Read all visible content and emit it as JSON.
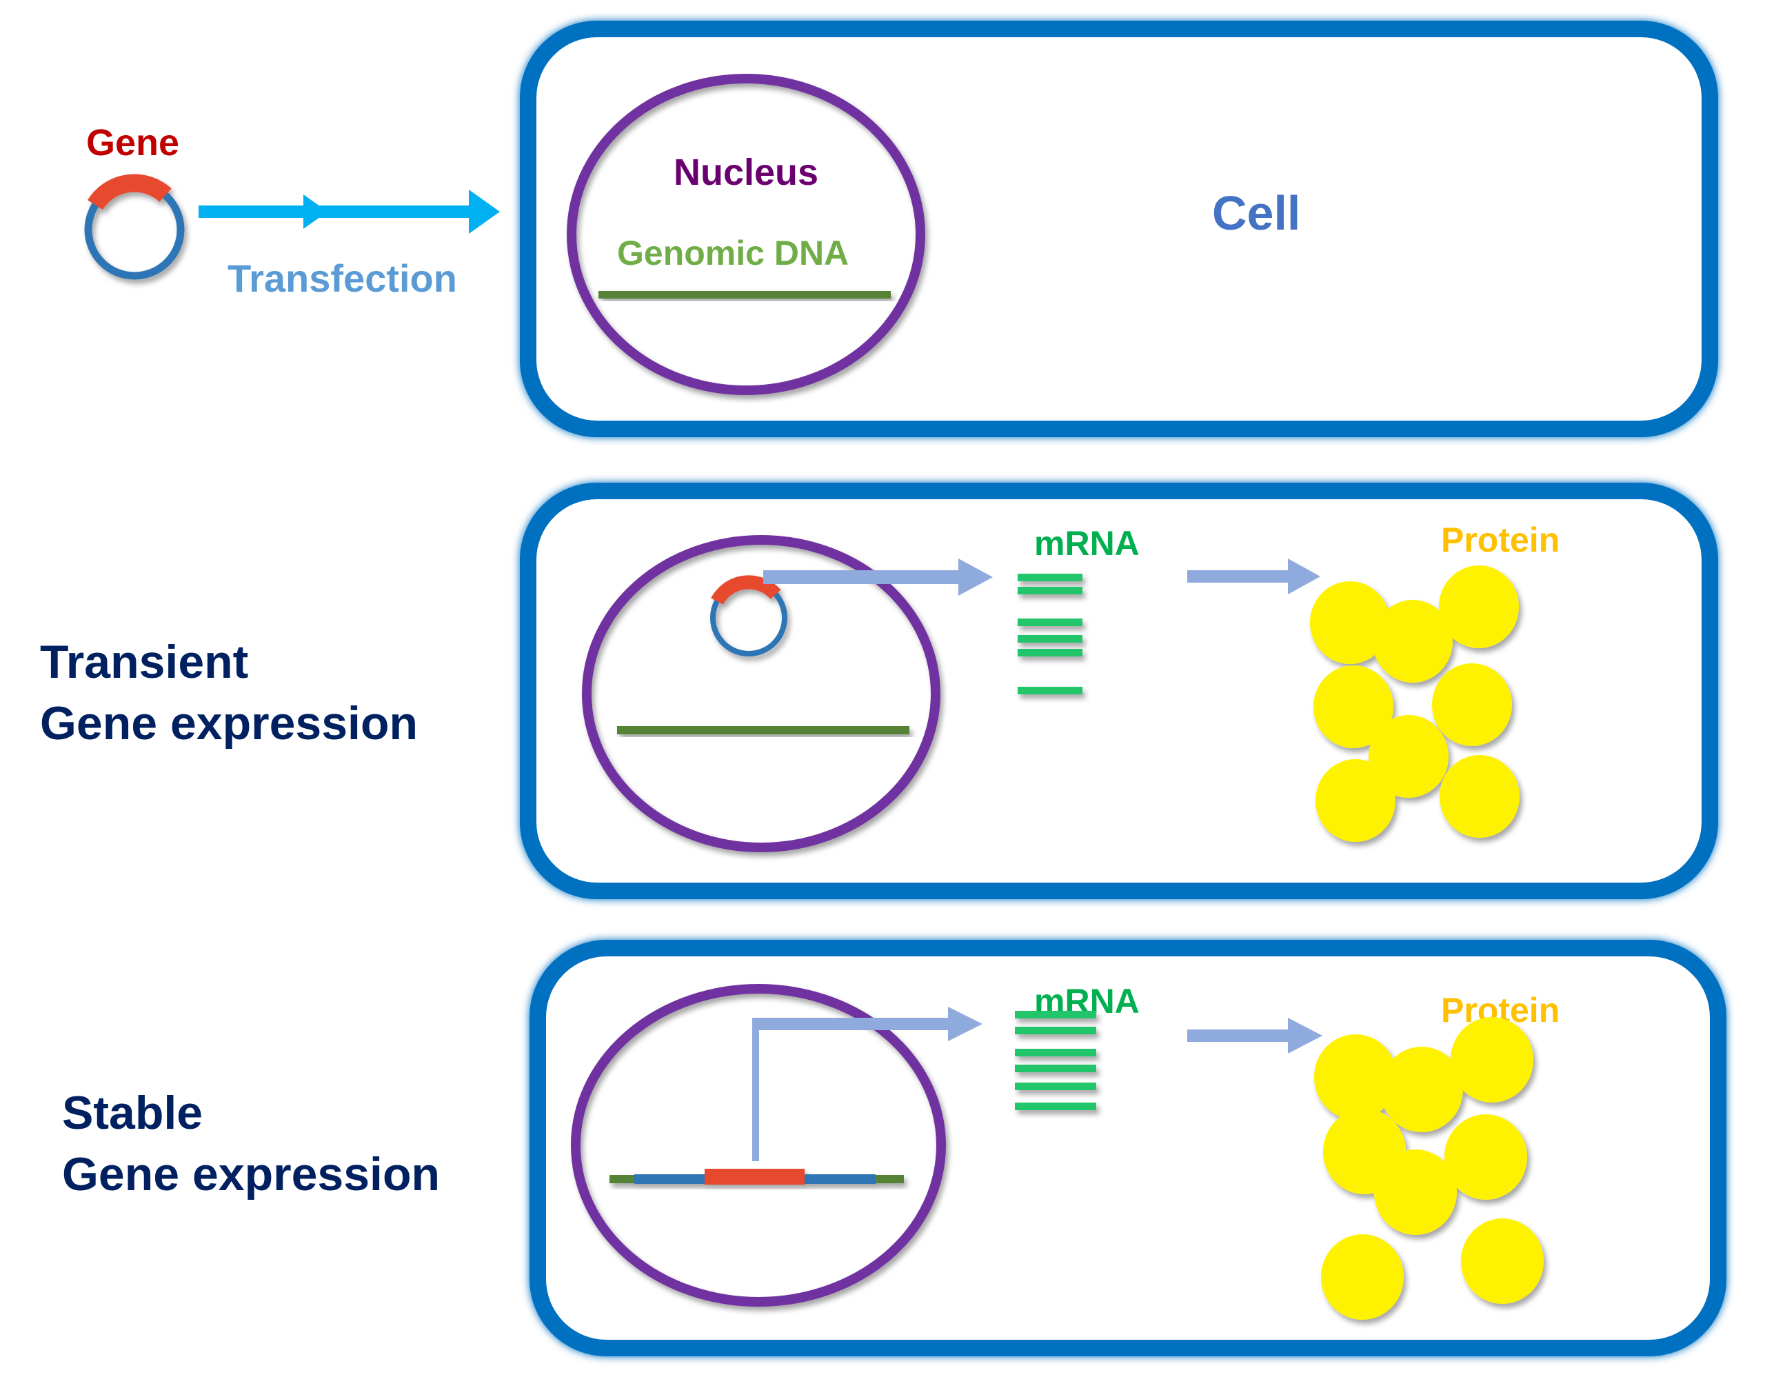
{
  "labels": {
    "gene": "Gene",
    "transfection": "Transfection",
    "nucleus": "Nucleus",
    "genomic_dna": "Genomic DNA",
    "cell": "Cell"
  },
  "panels": [
    {
      "id": "transfection",
      "description": "Plasmid carrying gene is transfected into the cell"
    },
    {
      "id": "transient",
      "side_label_line1": "Transient",
      "side_label_line2": "Gene expression",
      "mrna_label": "mRNA",
      "protein_label": "Protein",
      "mrna_strands": 6,
      "protein_count": 8
    },
    {
      "id": "stable",
      "side_label_line1": "Stable",
      "side_label_line2": "Gene expression",
      "mrna_label": "mRNA",
      "protein_label": "Protein",
      "mrna_strands": 6,
      "protein_count": 8
    }
  ],
  "colors": {
    "cell_membrane": "#0070c0",
    "nucleus": "#7030a0",
    "genomic_dna": "#548235",
    "plasmid_backbone": "#2e75b6",
    "gene_insert": "#e64a2e",
    "transfection_arrow": "#00b0f0",
    "expression_arrow": "#8faadc",
    "mrna": "#22c56a",
    "protein": "#fff200"
  }
}
